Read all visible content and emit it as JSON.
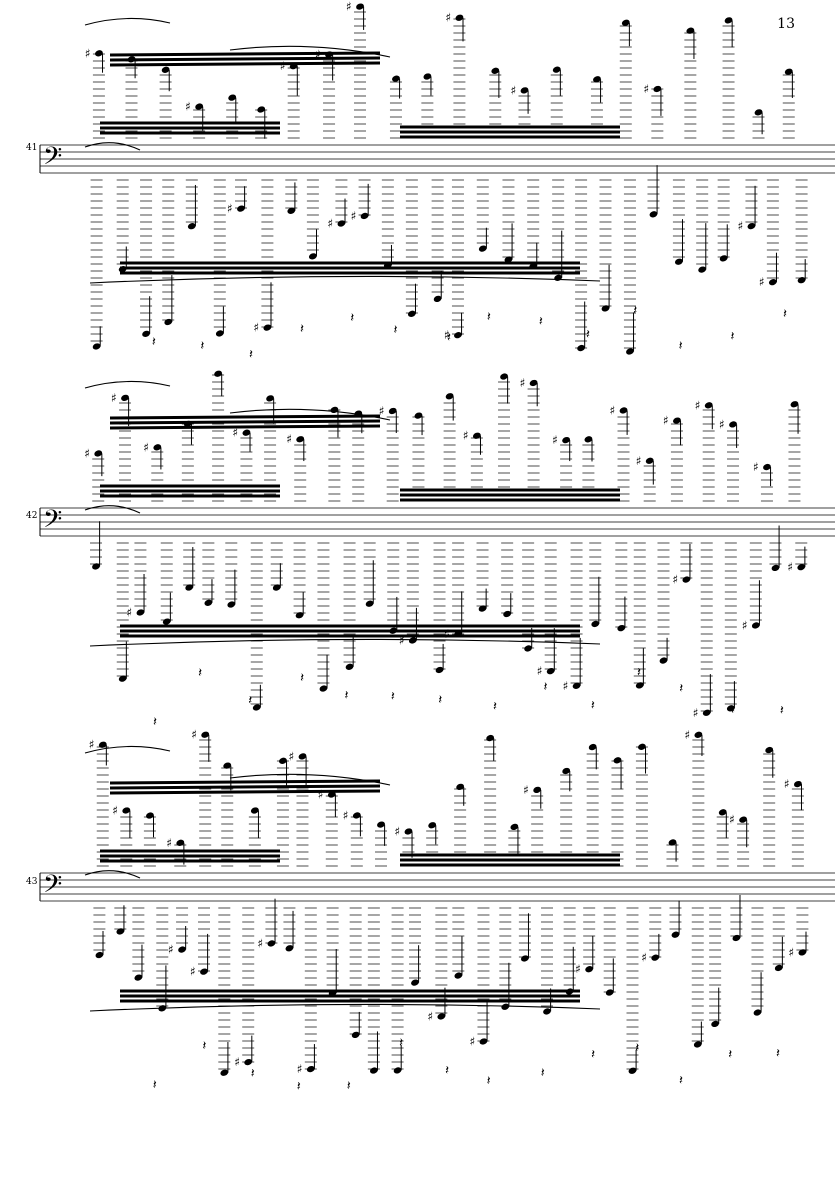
{
  "page": {
    "number": "13"
  },
  "systems": [
    {
      "measure": "41",
      "clef": "bass"
    },
    {
      "measure": "42",
      "clef": "bass"
    },
    {
      "measure": "43",
      "clef": "bass"
    }
  ],
  "colors": {
    "ink": "#000000",
    "paper": "#ffffff"
  }
}
